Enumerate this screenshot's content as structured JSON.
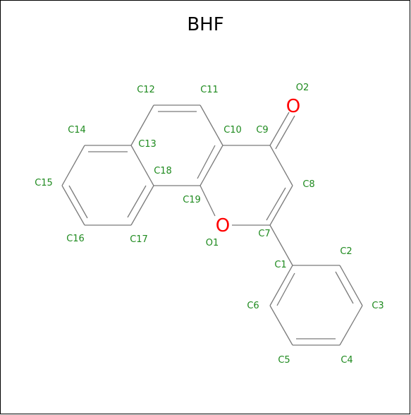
{
  "title": "BHF",
  "colors": {
    "bond": "#7a7a7a",
    "label": "#1e8a1e",
    "heteroatom": "#ff0000"
  },
  "atoms": {
    "c1": "C1",
    "c2": "C2",
    "c3": "C3",
    "c4": "C4",
    "c5": "C5",
    "c6": "C6",
    "c7": "C7",
    "c8": "C8",
    "c9": "C9",
    "c10": "C10",
    "c11": "C11",
    "c12": "C12",
    "c13": "C13",
    "c14": "C14",
    "c15": "C15",
    "c16": "C16",
    "c17": "C17",
    "c18": "C18",
    "c19": "C19",
    "o1": "O1",
    "o2": "O2"
  },
  "heteroatom_symbols": {
    "o1": "O",
    "o2": "O"
  }
}
